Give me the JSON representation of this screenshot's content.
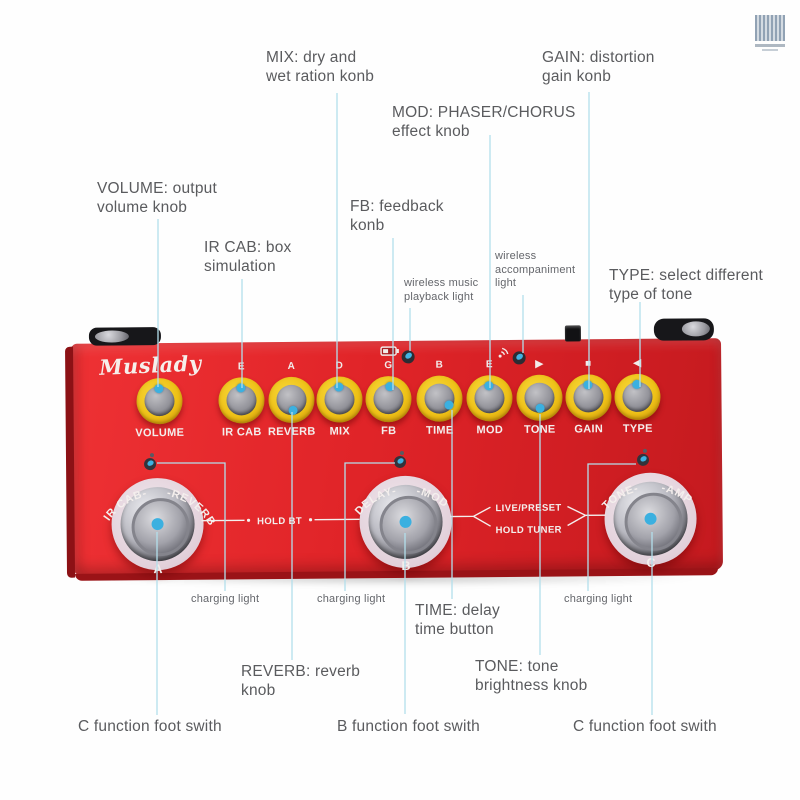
{
  "callouts": {
    "volume": {
      "l1": "VOLUME: output",
      "l2": "volume knob"
    },
    "ircab": {
      "l1": "IR CAB: box",
      "l2": "simulation"
    },
    "mix": {
      "l1": "MIX: dry and",
      "l2": "wet ration konb"
    },
    "fb": {
      "l1": "FB: feedback",
      "l2": "konb"
    },
    "mod": {
      "l1": "MOD: PHASER/CHORUS",
      "l2": "effect knob"
    },
    "gain": {
      "l1": "GAIN: distortion",
      "l2": "gain konb"
    },
    "wireless_music": {
      "l1": "wireless music",
      "l2": "playback light"
    },
    "wireless_acc": {
      "l1": "wireless",
      "l2": "accompaniment",
      "l3": "light"
    },
    "type": {
      "l1": "TYPE: select different",
      "l2": "type of tone"
    },
    "time": {
      "l1": "TIME: delay",
      "l2": "time button"
    },
    "reverb": {
      "l1": "REVERB: reverb",
      "l2": "knob"
    },
    "tone": {
      "l1": "TONE: tone",
      "l2": "brightness knob"
    },
    "charging_a": "charging light",
    "charging_b": "charging light",
    "charging_c": "charging light",
    "foot_a": "C function foot swith",
    "foot_b": "B function foot swith",
    "foot_c": "C function foot swith"
  },
  "pedal": {
    "brand": "Muslady",
    "knobs": [
      {
        "label": "VOLUME",
        "tag": ""
      },
      {
        "label": "IR CAB",
        "tag": "E"
      },
      {
        "label": "REVERB",
        "tag": "A"
      },
      {
        "label": "MIX",
        "tag": "D"
      },
      {
        "label": "FB",
        "tag": "G"
      },
      {
        "label": "TIME",
        "tag": "B"
      },
      {
        "label": "MOD",
        "tag": "E"
      },
      {
        "label": "TONE",
        "tag": "▶"
      },
      {
        "label": "GAIN",
        "tag": "■"
      },
      {
        "label": "TYPE",
        "tag": "◀"
      }
    ],
    "footswitches": [
      {
        "arc_left": "IR CAB-",
        "arc_right": "-REVERB",
        "letter": "A"
      },
      {
        "arc_left": "DELAY-",
        "arc_right": "-MOD",
        "letter": "B"
      },
      {
        "arc_left": "TONE-",
        "arc_right": "-AMP",
        "letter": "C"
      }
    ],
    "panel_labels": {
      "hold_bt": "HOLD BT",
      "live_preset": "LIVE/PRESET",
      "hold_tuner": "HOLD TUNER"
    },
    "icons": [
      "battery-icon",
      "wireless-playback-led",
      "wireless-signal-icon",
      "wireless-accompaniment-led"
    ]
  },
  "colors": {
    "pedal_red": "#e02428",
    "knob_yellow": "#eec117",
    "indicator_blue": "#3bb0e0",
    "annotation_line": "#b3dfec",
    "label_text": "#5a5b5e",
    "panel_text": "#f4efed"
  }
}
